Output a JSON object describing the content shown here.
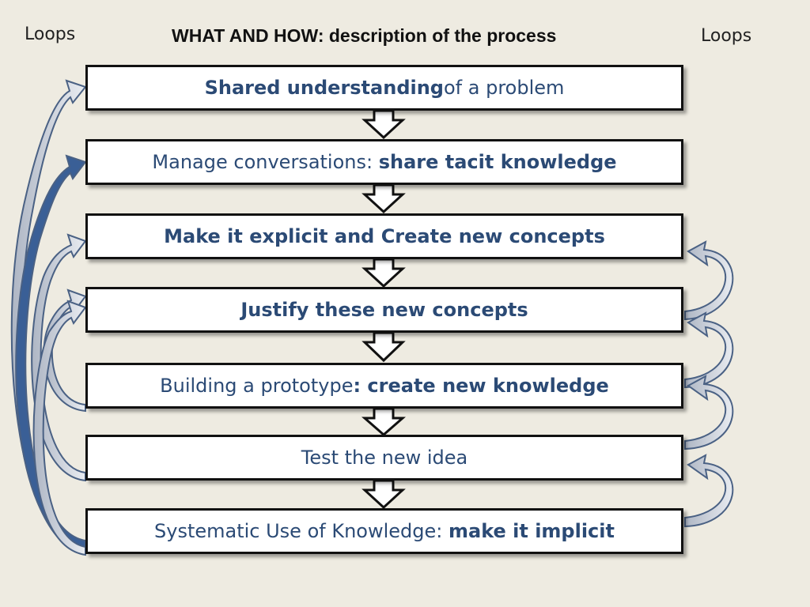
{
  "header": {
    "title": "WHAT AND HOW: description of the process",
    "loops_left": "Loops",
    "loops_right": "Loops"
  },
  "steps": [
    {
      "bold": "Shared understanding",
      "normal": " of a problem"
    },
    {
      "normal": "Manage conversations: ",
      "bold": "share tacit knowledge"
    },
    {
      "bold": "Make it explicit and Create new concepts"
    },
    {
      "bold": "Justify these new concepts"
    },
    {
      "normal": "Building a prototype",
      "bold": ": create new knowledge"
    },
    {
      "normal": "Test the new idea"
    },
    {
      "normal": "Systematic Use of Knowledge: ",
      "bold": "make it implicit"
    }
  ],
  "colors": {
    "background": "#eeebe1",
    "text_blue": "#2b4a75",
    "loop_fill": "#c9ced8",
    "loop_stroke": "#4a6184",
    "loop_highlight": "#3a5f96"
  }
}
